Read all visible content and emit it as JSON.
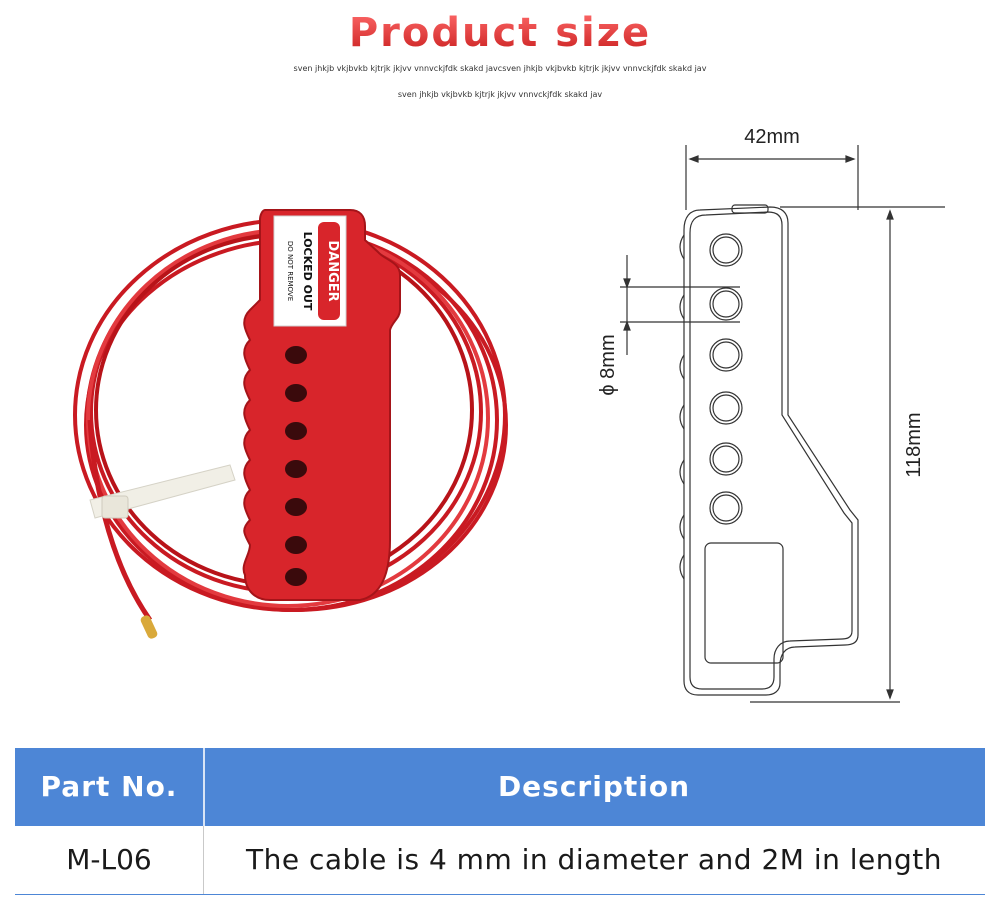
{
  "header": {
    "title": "Product size",
    "subtitle_line1": "sven jhkjb vkjbvkb kjtrjk jkjvv vnnvckjfdk skakd javcsven jhkjb vkjbvkb kjtrjk jkjvv vnnvckjfdk skakd jav",
    "subtitle_line2": "sven jhkjb vkjbvkb kjtrjk jkjvv vnnvckjfdk skakd jav"
  },
  "product_label": {
    "danger": "DANGER",
    "locked_out": "LOCKED OUT",
    "do_not_remove": "DO NOT REMOVE"
  },
  "dimensions": {
    "width": "42mm",
    "hole": "ϕ 8mm",
    "height": "118mm"
  },
  "table": {
    "header_part": "Part No.",
    "header_desc": "Description",
    "part_no": "M-L06",
    "description": "The cable is 4 mm in diameter and 2M in length"
  },
  "colors": {
    "product_red": "#d8252b",
    "table_header_blue": "#4d86d6",
    "title_red": "#e84c4c"
  }
}
